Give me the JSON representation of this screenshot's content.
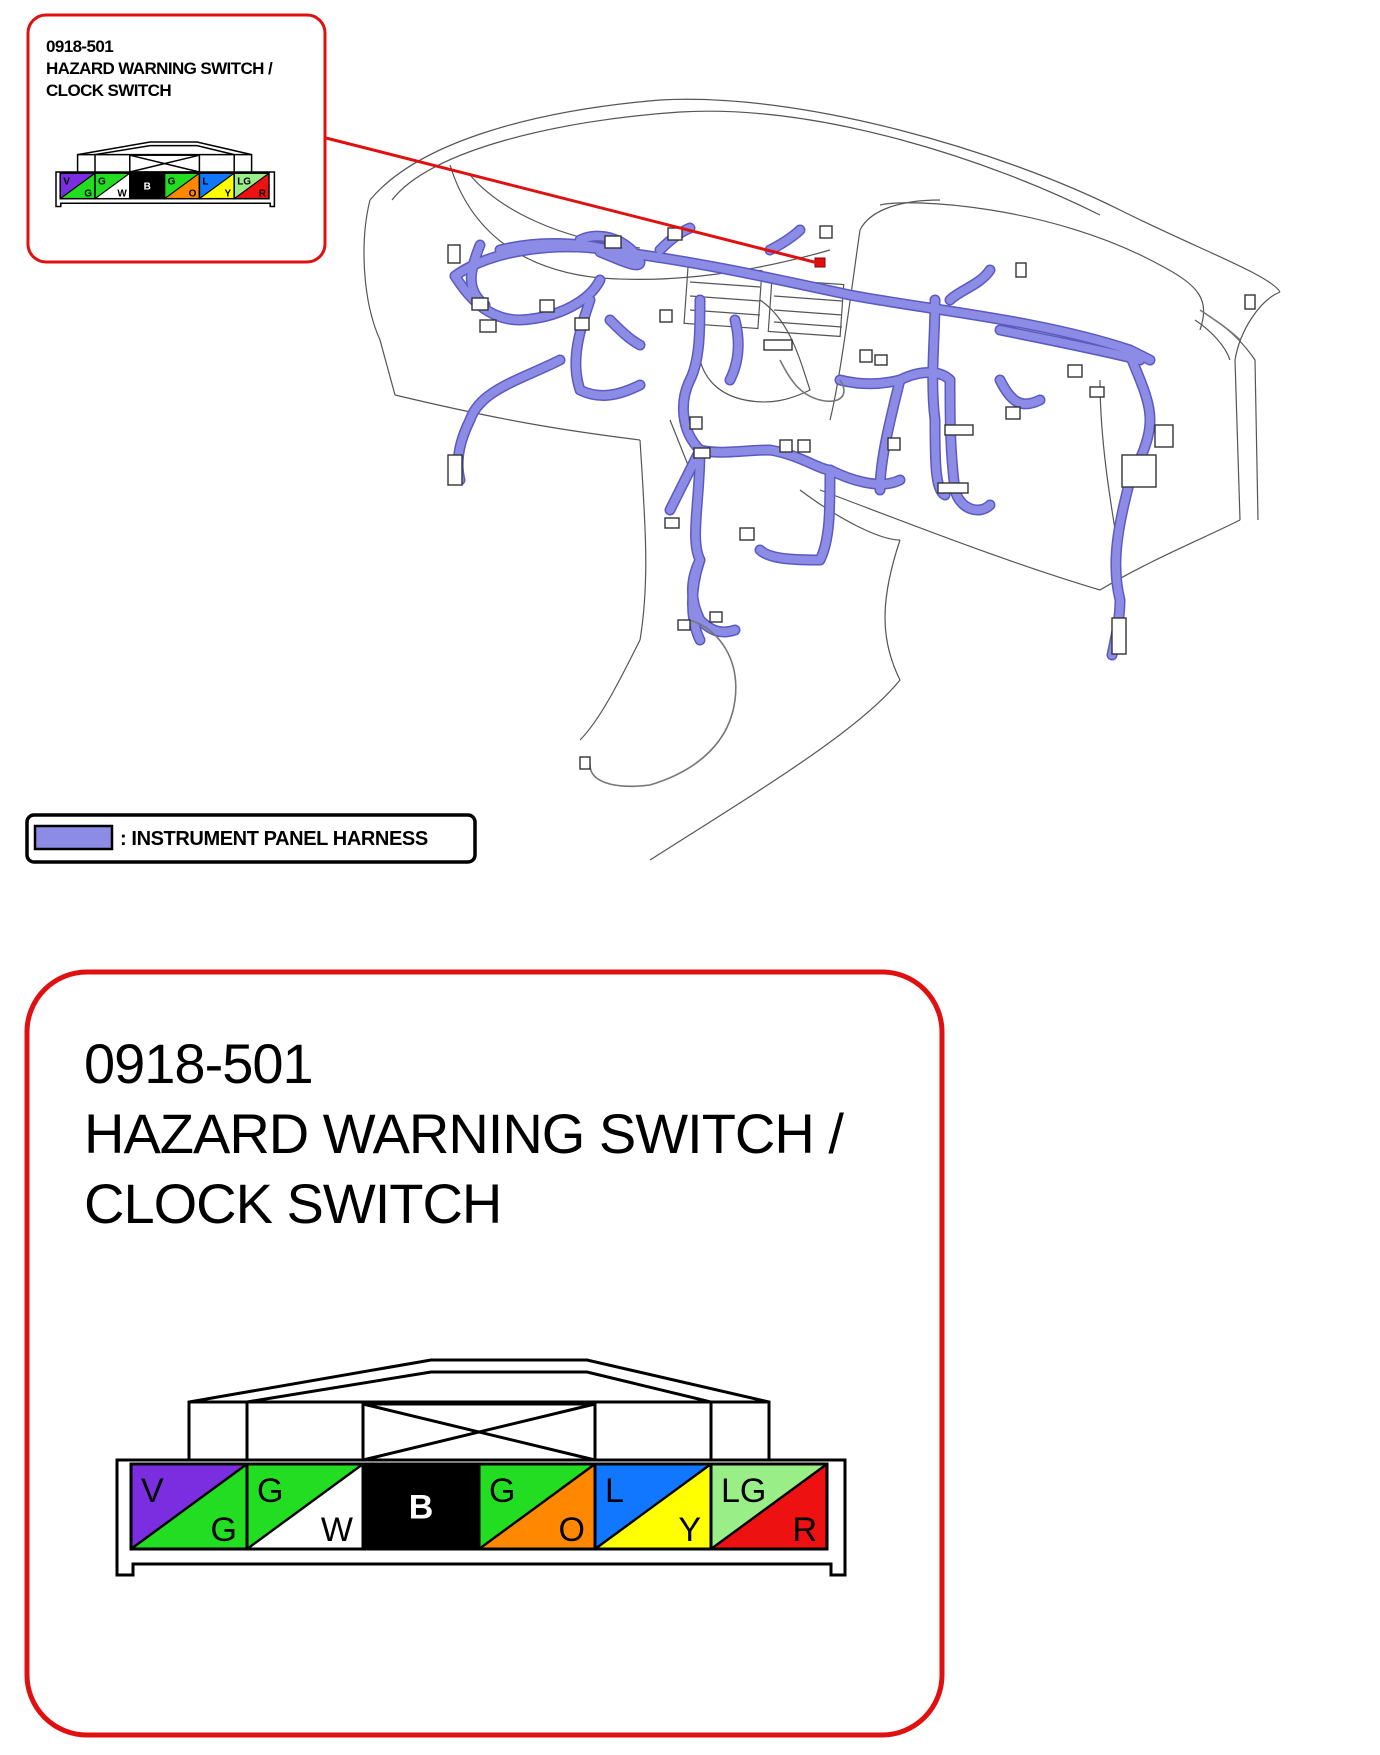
{
  "callout": {
    "part_number": "0918-501",
    "name_line1": "HAZARD WARNING SWITCH /",
    "name_line2": "CLOCK SWITCH"
  },
  "legend": {
    "label": ": INSTRUMENT PANEL HARNESS",
    "harness_color": "#8c8ce6"
  },
  "colors": {
    "callout_border": "#e01010",
    "harness_fill": "#8c8ce6",
    "harness_outline": "#5a5ac0"
  },
  "connector": {
    "pins": [
      {
        "top": "V",
        "bottom": "G",
        "top_color": "#7a2ee0",
        "bottom_color": "#22dd22",
        "top_text_color": "#000000",
        "bottom_text_color": "#000000"
      },
      {
        "top": "G",
        "bottom": "W",
        "top_color": "#22dd22",
        "bottom_color": "#ffffff",
        "top_text_color": "#000000",
        "bottom_text_color": "#000000"
      },
      {
        "top": "B",
        "bottom": "",
        "top_color": "#000000",
        "bottom_color": "#000000",
        "top_text_color": "#ffffff",
        "bottom_text_color": "#ffffff"
      },
      {
        "top": "G",
        "bottom": "O",
        "top_color": "#22dd22",
        "bottom_color": "#ff8800",
        "top_text_color": "#000000",
        "bottom_text_color": "#000000"
      },
      {
        "top": "L",
        "bottom": "Y",
        "top_color": "#1177ff",
        "bottom_color": "#ffff00",
        "top_text_color": "#000000",
        "bottom_text_color": "#000000"
      },
      {
        "top": "LG",
        "bottom": "R",
        "top_color": "#99ee88",
        "bottom_color": "#ee1111",
        "top_text_color": "#000000",
        "bottom_text_color": "#000000"
      }
    ]
  }
}
